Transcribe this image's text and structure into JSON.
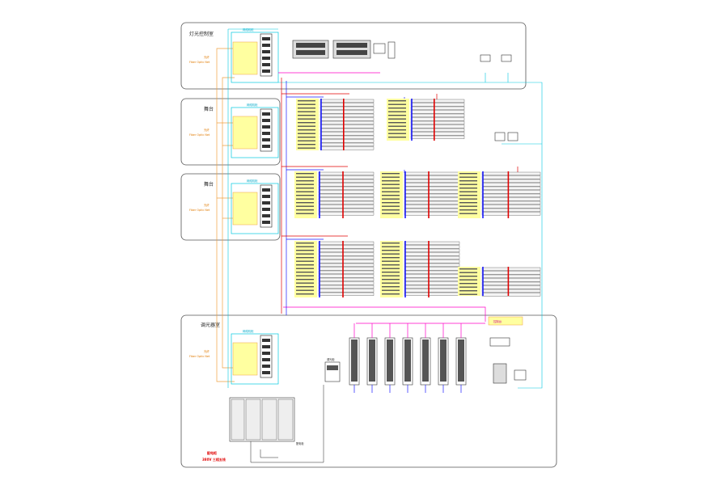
{
  "rooms": {
    "control_room": "灯光控制室",
    "stage_left": "舞台",
    "stage_right": "舞台",
    "dimmer_room": "调光器室"
  },
  "fiber_labels": [
    "光纤",
    "光纤",
    "光纤",
    "光纤"
  ],
  "fiber_sub_labels": [
    "Fiber Optic Net",
    "Fiber Optic Net",
    "Fiber Optic Net",
    "Fiber Optic Net"
  ],
  "rack_titles": [
    "网络机柜",
    "网络机柜",
    "网络机柜",
    "网络机柜"
  ],
  "dimmer_cabinet_title": "调光柜",
  "power_label": "配电柜",
  "red_note_title": "配电柜",
  "red_note_sub": "380V 三相五线",
  "right_panel_title": "控制台",
  "colors": {
    "room_border": "#555555",
    "cyan": "#00c8e0",
    "blue": "#1a1aff",
    "red": "#e00000",
    "magenta": "#ff00c8",
    "orange": "#f0a040",
    "yellow_fill": "#ffffa0",
    "panel_gray": "#b0b0b0"
  },
  "icons": [
    "rack-icon",
    "console-icon",
    "monitor-icon",
    "computer-icon",
    "dimmer-rack-icon",
    "power-cabinet-icon"
  ]
}
